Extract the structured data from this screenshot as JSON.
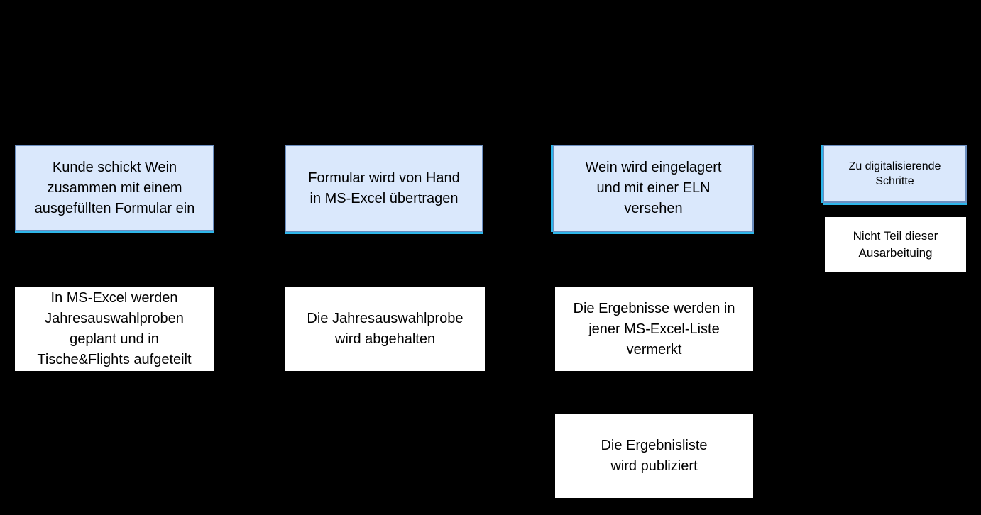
{
  "canvas": {
    "background_color": "#000000"
  },
  "colors": {
    "highlight_fill": "#dae8fc",
    "highlight_border": "#6c8ebf",
    "selection_accent": "#2eb6ea",
    "plain_fill": "#ffffff",
    "text": "#000000"
  },
  "diagram": {
    "steps": {
      "receive": {
        "label": "Kunde schickt Wein\nzusammen mit einem\nausgefüllten Formular ein",
        "category": "zu digitalisieren"
      },
      "transfer": {
        "label": "Formular wird von Hand\nin MS-Excel übertragen",
        "category": "zu digitalisieren"
      },
      "store": {
        "label": "Wein wird eingelagert\nund mit einer ELN\nversehen",
        "category": "zu digitalisieren"
      },
      "plan": {
        "label": "In MS-Excel werden\nJahresauswahlproben\ngeplant und in\nTische&Flights aufgeteilt",
        "category": "nicht Teil dieser Ausarbeitung"
      },
      "tasting": {
        "label": "Die Jahresauswahlprobe\nwird abgehalten",
        "category": "nicht Teil dieser Ausarbeitung"
      },
      "record": {
        "label": "Die Ergebnisse werden in\njener MS-Excel-Liste\nvermerkt",
        "category": "nicht Teil dieser Ausarbeitung"
      },
      "publish": {
        "label": "Die Ergebnisliste\nwird publiziert",
        "category": "nicht Teil dieser Ausarbeitung"
      }
    },
    "legend": {
      "to_digitize": {
        "label": "Zu digitalisierende\nSchritte"
      },
      "not_covered": {
        "label": "Nicht Teil dieser\nAusarbeituing"
      }
    }
  }
}
